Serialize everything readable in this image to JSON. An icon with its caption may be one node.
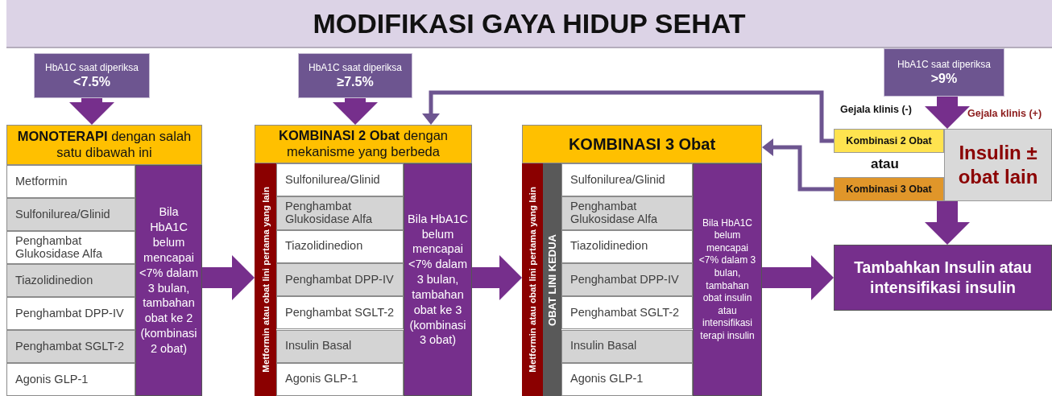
{
  "diagram": {
    "title": "MODIFIKASI GAYA HIDUP SEHAT",
    "nodes": [
      {
        "text": [
          "HbA1C saat diperiksa",
          "<7.5%"
        ]
      },
      {
        "text": [
          "**MONOTERAPI** dengan salah satu dibawah ini"
        ]
      },
      {
        "text": [
          "Metformin"
        ]
      },
      {
        "text": [
          "Sulfonilurea/Glinid"
        ]
      },
      {
        "text": [
          "Penghambat Glukosidase Alfa"
        ]
      },
      {
        "text": [
          "Tiazolidinedion"
        ]
      },
      {
        "text": [
          "Penghambat DPP-IV"
        ]
      },
      {
        "text": [
          "Penghambat SGLT-2"
        ]
      },
      {
        "text": [
          "Agonis GLP-1"
        ]
      },
      {
        "text": [
          "Bila HbA1C belum mencapai <7% dalam 3 bulan, tambahan obat ke 2 (kombinasi 2 obat)"
        ]
      },
      {
        "text": [
          "HbA1C saat diperiksa",
          "≥7.5%"
        ]
      },
      {
        "text": [
          "**KOMBINASI 2 Obat** dengan mekanisme yang berbeda"
        ]
      },
      {
        "text": [
          "Metformin atau obat lini pertama yang lain"
        ]
      },
      {
        "text": [
          "Sulfonilurea/Glinid"
        ]
      },
      {
        "text": [
          "Penghambat Glukosidase Alfa"
        ]
      },
      {
        "text": [
          "Tiazolidinedion"
        ]
      },
      {
        "text": [
          "Penghambat DPP-IV"
        ]
      },
      {
        "text": [
          "Penghambat SGLT-2"
        ]
      },
      {
        "text": [
          "Insulin Basal"
        ]
      },
      {
        "text": [
          "Agonis GLP-1"
        ]
      },
      {
        "text": [
          "Bila HbA1C belum mencapai <7% dalam 3 bulan, tambahan obat ke 3 (kombinasi 3 obat)"
        ]
      },
      {
        "text": [
          "KOMBINASI 3 Obat"
        ]
      },
      {
        "text": [
          "Metformin atau obat lini pertama yang lain"
        ]
      },
      {
        "text": [
          "OBAT LINI KEDUA"
        ]
      },
      {
        "text": [
          "Sulfonilurea/Glinid"
        ]
      },
      {
        "text": [
          "Penghambat Glukosidase Alfa"
        ]
      },
      {
        "text": [
          "Tiazolidinedion"
        ]
      },
      {
        "text": [
          "Penghambat DPP-IV"
        ]
      },
      {
        "text": [
          "Penghambat SGLT-2"
        ]
      },
      {
        "text": [
          "Insulin Basal"
        ]
      },
      {
        "text": [
          "Agonis GLP-1"
        ]
      },
      {
        "text": [
          "Bila HbA1C belum mencapai <7% dalam 3 bulan, tambahan obat insulin atau intensifikasi terapi insulin"
        ]
      },
      {
        "text": [
          "HbA1C saat diperiksa",
          ">9%"
        ]
      },
      {
        "text": [
          "Kombinasi 2 Obat"
        ]
      },
      {
        "text": [
          "Kombinasi 3 Obat"
        ]
      },
      {
        "text": [
          "Insulin ± obat lain"
        ]
      },
      {
        "text": [
          "Tambahkan Insulin atau intensifikasi insulin"
        ]
      }
    ],
    "edges": [
      {
        "from": 0,
        "to": 1,
        "arrow": "to"
      },
      {
        "from": 10,
        "to": 11,
        "arrow": "to"
      },
      {
        "from": 32,
        "to": 35,
        "arrow": "to"
      },
      {
        "from": 9,
        "to": 12,
        "arrow": "to"
      },
      {
        "from": 20,
        "to": 22,
        "arrow": "to"
      },
      {
        "from": 31,
        "to": 36,
        "arrow": "to"
      },
      {
        "from": 33,
        "to": 11,
        "arrow": "to",
        "color": "#6d5590"
      },
      {
        "from": 34,
        "to": 21,
        "arrow": "to",
        "color": "#6d5590"
      },
      {
        "from": 35,
        "to": 36,
        "arrow": "to"
      }
    ],
    "labels": [
      "Gejala klinis (-)",
      "Gejala klinis (+)",
      "atau"
    ]
  }
}
